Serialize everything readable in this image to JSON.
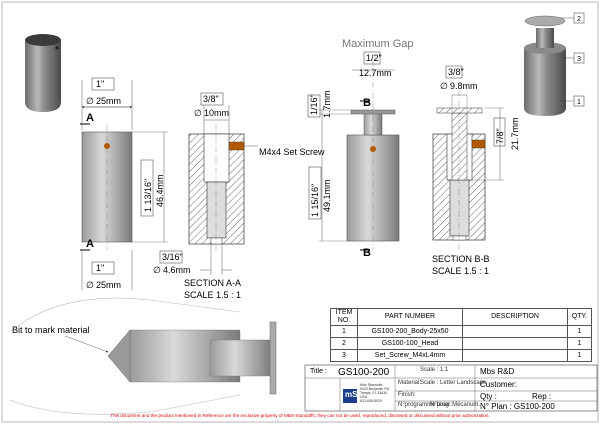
{
  "dimensions": {
    "max_gap": "Maximum Gap",
    "gap_in": "1/2\"",
    "gap_mm": "12.7mm",
    "body_diam_in": "1\"",
    "body_diam_mm": "25mm",
    "body_diam_in_bottom": "1\"",
    "body_diam_mm_bottom": "25mm",
    "bore_in": "3/8\"",
    "bore_mm": "10mm",
    "set_screw": "M4x4 Set Screw",
    "len_in": "1 13/16\"",
    "len_mm": "46.4mm",
    "hole_in": "3/16\"",
    "hole_mm": "4.6mm",
    "head_h_in": "1/16\"",
    "head_h_mm": "1.7mm",
    "body_len_in": "1 15/16\"",
    "body_len_mm": "49.1mm",
    "stem_in": "3/8\"",
    "stem_mm": "9.8mm",
    "stem_len_in": "7/8\"",
    "stem_len_mm": "21.7mm",
    "diam_symbol": "∅"
  },
  "sections": {
    "a_label": "A",
    "b_label": "B",
    "section_aa": "SECTION A-A",
    "scale_aa": "SCALE 1.5 : 1",
    "section_bb": "SECTION B-B",
    "scale_bb": "SCALE 1.5 : 1"
  },
  "callouts": {
    "bit_note": "Bit to mark material",
    "balloon_1": "1",
    "balloon_2": "2",
    "balloon_3": "3"
  },
  "bom": {
    "headers": [
      "ITEM NO.",
      "PART NUMBER",
      "DESCRIPTION",
      "QTY."
    ],
    "rows": [
      {
        "item": "1",
        "part": "GS100-200_Body-25x50",
        "desc": "",
        "qty": "1"
      },
      {
        "item": "2",
        "part": "GS100-100_Head",
        "desc": "",
        "qty": "1"
      },
      {
        "item": "3",
        "part": "Set_Screw_M4xL4mm",
        "desc": "",
        "qty": "1"
      }
    ]
  },
  "title_block": {
    "title_label": "Title :",
    "title": "GS100-200",
    "scale": "Scale : 1:1",
    "sheet_format": "Scale : Letter Landscape",
    "company": "Mbs R&D",
    "customer_label": "Customer:",
    "finish_label": "Finish:",
    "material_label": "Material:",
    "qty_label": "Qty :",
    "rep_label": "Rep :",
    "plan_no": "N° Plan : GS100-200",
    "programme_laser": "N°programme laser:",
    "prog_mecanum": "N°prog. Mécanum.",
    "company_name": "Mbs Standoffs",
    "address_1": "5420 Benjamin Rd",
    "address_2": "Tampa, FL 33634",
    "address_3": "USA",
    "phone": "813-606-8025",
    "logo_text": "mS"
  },
  "footer": "This document and the product mentioned in Reference are the exclusive property of MBS-Standoffs; they can not be used, reproduced, disclosed or discussed without prior authorization."
}
